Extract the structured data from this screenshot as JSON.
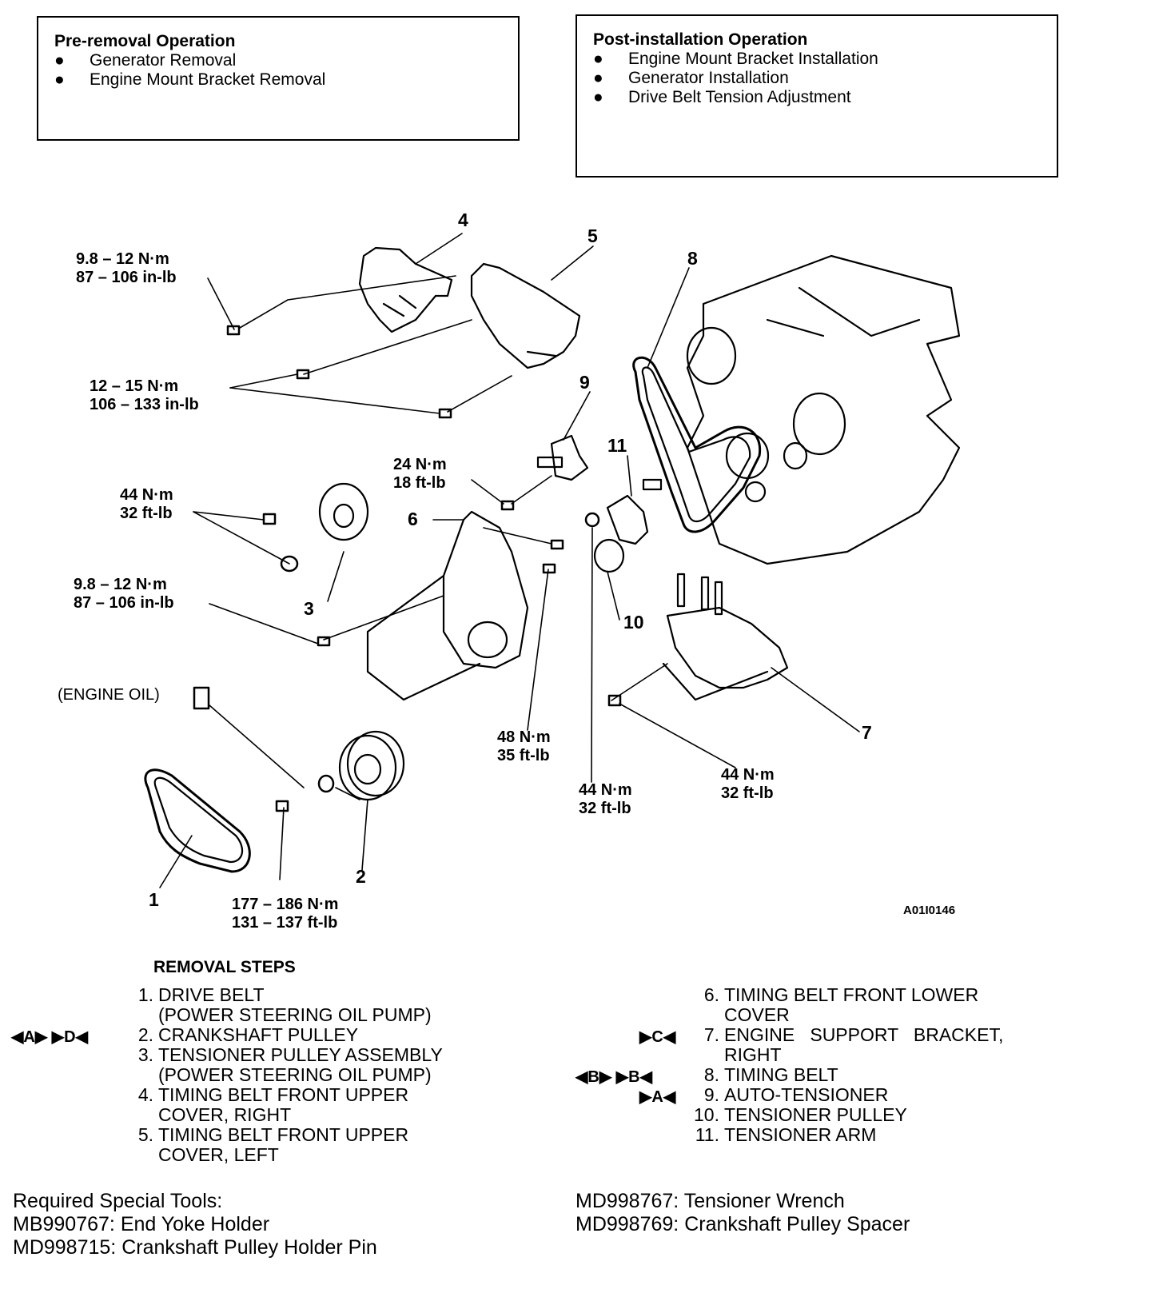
{
  "pre_removal": {
    "title": "Pre-removal Operation",
    "items": [
      "Generator Removal",
      "Engine Mount Bracket Removal"
    ]
  },
  "post_installation": {
    "title": "Post-installation Operation",
    "items": [
      "Engine Mount Bracket Installation",
      "Generator Installation",
      "Drive Belt Tension Adjustment"
    ]
  },
  "torque_labels": {
    "t1": [
      "9.8 – 12 N·m",
      "87 – 106 in-lb"
    ],
    "t2": [
      "12 – 15 N·m",
      "106 – 133 in-lb"
    ],
    "t3": [
      "24 N·m",
      "18 ft-lb"
    ],
    "t4": [
      "44 N·m",
      "32 ft-lb"
    ],
    "t5": [
      "9.8 – 12 N·m",
      "87 – 106 in-lb"
    ],
    "t6": [
      "48 N·m",
      "35 ft-lb"
    ],
    "t7": [
      "44 N·m",
      "32 ft-lb"
    ],
    "t8": [
      "44 N·m",
      "32 ft-lb"
    ],
    "t9": [
      "177 – 186 N·m",
      "131 – 137 ft-lb"
    ]
  },
  "engine_oil_label": "(ENGINE OIL)",
  "part_numbers": [
    "1",
    "2",
    "3",
    "4",
    "5",
    "6",
    "7",
    "8",
    "9",
    "10",
    "11"
  ],
  "figure_code": "A01I0146",
  "removal_steps": {
    "title": "REMOVAL STEPS",
    "left": [
      {
        "n": "1.",
        "lines": [
          "DRIVE BELT",
          "(POWER STEERING OIL PUMP)"
        ],
        "mark": ""
      },
      {
        "n": "2.",
        "lines": [
          "CRANKSHAFT PULLEY"
        ],
        "mark": "◀A▶  ▶D◀"
      },
      {
        "n": "3.",
        "lines": [
          "TENSIONER PULLEY ASSEMBLY",
          "(POWER STEERING OIL PUMP)"
        ],
        "mark": ""
      },
      {
        "n": "4.",
        "lines": [
          "TIMING BELT FRONT UPPER",
          "COVER, RIGHT"
        ],
        "mark": ""
      },
      {
        "n": "5.",
        "lines": [
          "TIMING BELT FRONT UPPER",
          "COVER, LEFT"
        ],
        "mark": ""
      }
    ],
    "right": [
      {
        "n": "6.",
        "lines": [
          "TIMING BELT FRONT LOWER",
          "COVER"
        ],
        "mark": ""
      },
      {
        "n": "7.",
        "lines": [
          "ENGINE   SUPPORT   BRACKET,",
          "RIGHT"
        ],
        "mark": "▶C◀"
      },
      {
        "n": "8.",
        "lines": [
          "TIMING BELT"
        ],
        "mark": "◀B▶  ▶B◀"
      },
      {
        "n": "9.",
        "lines": [
          "AUTO-TENSIONER"
        ],
        "mark": "▶A◀"
      },
      {
        "n": "10.",
        "lines": [
          "TENSIONER PULLEY"
        ],
        "mark": ""
      },
      {
        "n": "11.",
        "lines": [
          "TENSIONER ARM"
        ],
        "mark": ""
      }
    ]
  },
  "special_tools": {
    "title": "Required Special Tools:",
    "left": [
      "MB990767: End Yoke Holder",
      "MD998715: Crankshaft Pulley Holder Pin"
    ],
    "right": [
      "MD998767: Tensioner Wrench",
      "MD998769: Crankshaft Pulley Spacer"
    ]
  }
}
